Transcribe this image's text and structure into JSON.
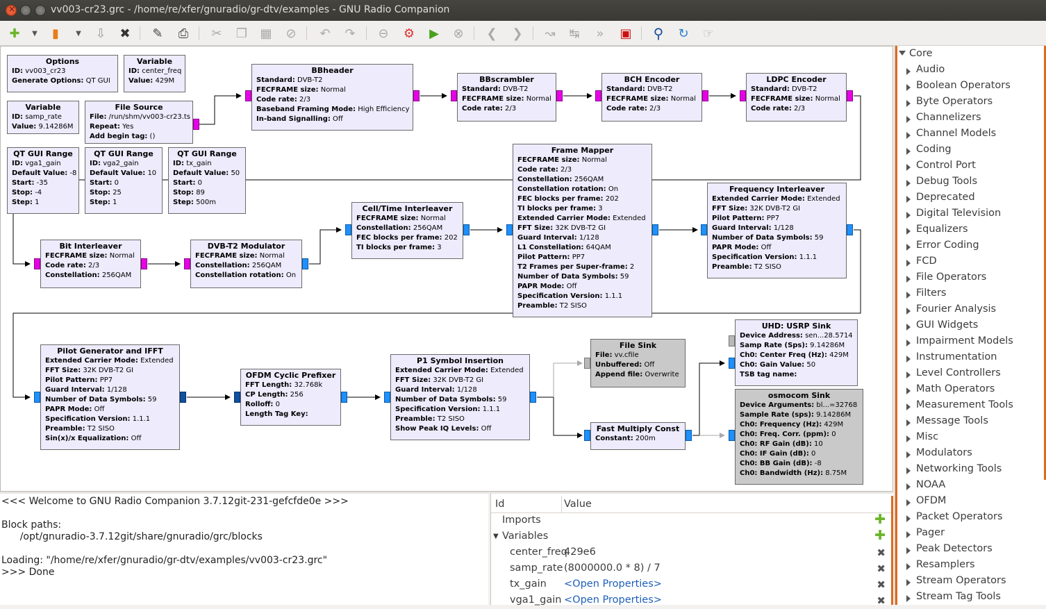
{
  "window": {
    "title": "vv003-cr23.grc - /home/re/xfer/gnuradio/gr-dtv/examples - GNU Radio Companion"
  },
  "blocks": {
    "options": {
      "title": "Options",
      "rows": [
        [
          "ID:",
          "vv003_cr23"
        ],
        [
          "Generate Options:",
          "QT GUI"
        ]
      ]
    },
    "var_center": {
      "title": "Variable",
      "rows": [
        [
          "ID:",
          "center_freq"
        ],
        [
          "Value:",
          "429M"
        ]
      ]
    },
    "var_samp": {
      "title": "Variable",
      "rows": [
        [
          "ID:",
          "samp_rate"
        ],
        [
          "Value:",
          "9.14286M"
        ]
      ]
    },
    "file_source": {
      "title": "File Source",
      "rows": [
        [
          "File:",
          "/run/shm/vv003-cr23.ts"
        ],
        [
          "Repeat:",
          "Yes"
        ],
        [
          "Add begin tag:",
          "()"
        ]
      ]
    },
    "bbheader": {
      "title": "BBheader",
      "rows": [
        [
          "Standard:",
          "DVB-T2"
        ],
        [
          "FECFRAME size:",
          "Normal"
        ],
        [
          "Code rate:",
          "2/3"
        ],
        [
          "Baseband Framing Mode:",
          "High Efficiency"
        ],
        [
          "In-band Signalling:",
          "Off"
        ]
      ]
    },
    "bbscrambler": {
      "title": "BBscrambler",
      "rows": [
        [
          "Standard:",
          "DVB-T2"
        ],
        [
          "FECFRAME size:",
          "Normal"
        ],
        [
          "Code rate:",
          "2/3"
        ]
      ]
    },
    "bch": {
      "title": "BCH Encoder",
      "rows": [
        [
          "Standard:",
          "DVB-T2"
        ],
        [
          "FECFRAME size:",
          "Normal"
        ],
        [
          "Code rate:",
          "2/3"
        ]
      ]
    },
    "ldpc": {
      "title": "LDPC Encoder",
      "rows": [
        [
          "Standard:",
          "DVB-T2"
        ],
        [
          "FECFRAME size:",
          "Normal"
        ],
        [
          "Code rate:",
          "2/3"
        ]
      ]
    },
    "range1": {
      "title": "QT GUI Range",
      "rows": [
        [
          "ID:",
          "vga1_gain"
        ],
        [
          "Default Value:",
          "-8"
        ],
        [
          "Start:",
          "-35"
        ],
        [
          "Stop:",
          "-4"
        ],
        [
          "Step:",
          "1"
        ]
      ]
    },
    "range2": {
      "title": "QT GUI Range",
      "rows": [
        [
          "ID:",
          "vga2_gain"
        ],
        [
          "Default Value:",
          "10"
        ],
        [
          "Start:",
          "0"
        ],
        [
          "Stop:",
          "25"
        ],
        [
          "Step:",
          "1"
        ]
      ]
    },
    "range3": {
      "title": "QT GUI Range",
      "rows": [
        [
          "ID:",
          "tx_gain"
        ],
        [
          "Default Value:",
          "50"
        ],
        [
          "Start:",
          "0"
        ],
        [
          "Stop:",
          "89"
        ],
        [
          "Step:",
          "500m"
        ]
      ]
    },
    "frame_mapper": {
      "title": "Frame Mapper",
      "rows": [
        [
          "FECFRAME size:",
          "Normal"
        ],
        [
          "Code rate:",
          "2/3"
        ],
        [
          "Constellation:",
          "256QAM"
        ],
        [
          "Constellation rotation:",
          "On"
        ],
        [
          "FEC blocks per frame:",
          "202"
        ],
        [
          "TI blocks per frame:",
          "3"
        ],
        [
          "Extended Carrier Mode:",
          "Extended"
        ],
        [
          "FFT Size:",
          "32K DVB-T2 GI"
        ],
        [
          "Guard Interval:",
          "1/128"
        ],
        [
          "L1 Constellation:",
          "64QAM"
        ],
        [
          "Pilot Pattern:",
          "PP7"
        ],
        [
          "T2 Frames per Super-frame:",
          "2"
        ],
        [
          "Number of Data Symbols:",
          "59"
        ],
        [
          "PAPR Mode:",
          "Off"
        ],
        [
          "Specification Version:",
          "1.1.1"
        ],
        [
          "Preamble:",
          "T2 SISO"
        ]
      ]
    },
    "freq_int": {
      "title": "Frequency Interleaver",
      "rows": [
        [
          "Extended Carrier Mode:",
          "Extended"
        ],
        [
          "FFT Size:",
          "32K DVB-T2 GI"
        ],
        [
          "Pilot Pattern:",
          "PP7"
        ],
        [
          "Guard Interval:",
          "1/128"
        ],
        [
          "Number of Data Symbols:",
          "59"
        ],
        [
          "PAPR Mode:",
          "Off"
        ],
        [
          "Specification Version:",
          "1.1.1"
        ],
        [
          "Preamble:",
          "T2 SISO"
        ]
      ]
    },
    "celltime": {
      "title": "Cell/Time Interleaver",
      "rows": [
        [
          "FECFRAME size:",
          "Normal"
        ],
        [
          "Constellation:",
          "256QAM"
        ],
        [
          "FEC blocks per frame:",
          "202"
        ],
        [
          "TI blocks per frame:",
          "3"
        ]
      ]
    },
    "bit_int": {
      "title": "Bit Interleaver",
      "rows": [
        [
          "FECFRAME size:",
          "Normal"
        ],
        [
          "Code rate:",
          "2/3"
        ],
        [
          "Constellation:",
          "256QAM"
        ]
      ]
    },
    "modulator": {
      "title": "DVB-T2 Modulator",
      "rows": [
        [
          "FECFRAME size:",
          "Normal"
        ],
        [
          "Constellation:",
          "256QAM"
        ],
        [
          "Constellation rotation:",
          "On"
        ]
      ]
    },
    "pilot": {
      "title": "Pilot Generator and IFFT",
      "rows": [
        [
          "Extended Carrier Mode:",
          "Extended"
        ],
        [
          "FFT Size:",
          "32K DVB-T2 GI"
        ],
        [
          "Pilot Pattern:",
          "PP7"
        ],
        [
          "Guard Interval:",
          "1/128"
        ],
        [
          "Number of Data Symbols:",
          "59"
        ],
        [
          "PAPR Mode:",
          "Off"
        ],
        [
          "Specification Version:",
          "1.1.1"
        ],
        [
          "Preamble:",
          "T2 SISO"
        ],
        [
          "Sin(x)/x Equalization:",
          "Off"
        ]
      ]
    },
    "ofdm": {
      "title": "OFDM Cyclic Prefixer",
      "rows": [
        [
          "FFT Length:",
          "32.768k"
        ],
        [
          "CP Length:",
          "256"
        ],
        [
          "Rolloff:",
          "0"
        ],
        [
          "Length Tag Key:",
          ""
        ]
      ]
    },
    "p1": {
      "title": "P1 Symbol Insertion",
      "rows": [
        [
          "Extended Carrier Mode:",
          "Extended"
        ],
        [
          "FFT Size:",
          "32K DVB-T2 GI"
        ],
        [
          "Guard Interval:",
          "1/128"
        ],
        [
          "Number of Data Symbols:",
          "59"
        ],
        [
          "Specification Version:",
          "1.1.1"
        ],
        [
          "Preamble:",
          "T2 SISO"
        ],
        [
          "Show Peak IQ Levels:",
          "Off"
        ]
      ]
    },
    "file_sink": {
      "title": "File Sink",
      "rows": [
        [
          "File:",
          "vv.cfile"
        ],
        [
          "Unbuffered:",
          "Off"
        ],
        [
          "Append file:",
          "Overwrite"
        ]
      ]
    },
    "fast_mult": {
      "title": "Fast Multiply Const",
      "rows": [
        [
          "Constant:",
          "200m"
        ]
      ]
    },
    "uhd": {
      "title": "UHD: USRP Sink",
      "rows": [
        [
          "Device Address:",
          "sen...28.5714"
        ],
        [
          "Samp Rate (Sps):",
          "9.14286M"
        ],
        [
          "Ch0: Center Freq (Hz):",
          "429M"
        ],
        [
          "Ch0: Gain Value:",
          "50"
        ],
        [
          "TSB tag name:",
          ""
        ]
      ]
    },
    "osmocom": {
      "title": "osmocom Sink",
      "rows": [
        [
          "Device Arguments:",
          "bl...=32768"
        ],
        [
          "Sample Rate (sps):",
          "9.14286M"
        ],
        [
          "Ch0: Frequency (Hz):",
          "429M"
        ],
        [
          "Ch0: Freq. Corr. (ppm):",
          "0"
        ],
        [
          "Ch0: RF Gain (dB):",
          "10"
        ],
        [
          "Ch0: IF Gain (dB):",
          "0"
        ],
        [
          "Ch0: BB Gain (dB):",
          "-8"
        ],
        [
          "Ch0: Bandwidth (Hz):",
          "8.75M"
        ]
      ]
    }
  },
  "library": {
    "root": "Core",
    "items": [
      "Audio",
      "Boolean Operators",
      "Byte Operators",
      "Channelizers",
      "Channel Models",
      "Coding",
      "Control Port",
      "Debug Tools",
      "Deprecated",
      "Digital Television",
      "Equalizers",
      "Error Coding",
      "FCD",
      "File Operators",
      "Filters",
      "Fourier Analysis",
      "GUI Widgets",
      "Impairment Models",
      "Instrumentation",
      "Level Controllers",
      "Math Operators",
      "Measurement Tools",
      "Message Tools",
      "Misc",
      "Modulators",
      "Networking Tools",
      "NOAA",
      "OFDM",
      "Packet Operators",
      "Pager",
      "Peak Detectors",
      "Resamplers",
      "Stream Operators",
      "Stream Tag Tools"
    ]
  },
  "console": {
    "lines": [
      "<<< Welcome to GNU Radio Companion 3.7.12git-231-gefcfde0e >>>",
      "",
      "Block paths:",
      "\t/opt/gnuradio-3.7.12git/share/gnuradio/grc/blocks",
      "",
      "Loading: \"/home/re/xfer/gnuradio/gr-dtv/examples/vv003-cr23.grc\"",
      ">>> Done"
    ]
  },
  "variables": {
    "col_id": "Id",
    "col_value": "Value",
    "imports": "Imports",
    "variables": "Variables",
    "rows": [
      {
        "id": "center_freq",
        "value": "429e6"
      },
      {
        "id": "samp_rate",
        "value": "(8000000.0 * 8) / 7"
      },
      {
        "id": "tx_gain",
        "value": "<Open Properties>"
      },
      {
        "id": "vga1_gain",
        "value": "<Open Properties>"
      }
    ]
  }
}
